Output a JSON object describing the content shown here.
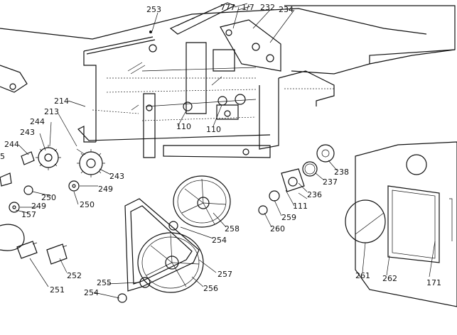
{
  "labels": {
    "l253": "253",
    "l777": "777",
    "l117": "1/7",
    "l232": "232",
    "l234": "234",
    "l214": "214",
    "l213": "213",
    "l244a": "244",
    "l243a": "243",
    "l244b": "244",
    "l5": "5",
    "l110a": "110",
    "l110b": "110",
    "l243b": "243",
    "l249a": "249",
    "l250a": "250",
    "l250b": "250",
    "l249b": "249",
    "l157": "157",
    "l238": "238",
    "l237": "237",
    "l236": "236",
    "l111": "111",
    "l259": "259",
    "l260": "260",
    "l258": "258",
    "l254a": "254",
    "l257": "257",
    "l256": "256",
    "l255": "255",
    "l254b": "254",
    "l252": "252",
    "l251": "251",
    "l261": "261",
    "l262": "262",
    "l171": "171"
  }
}
